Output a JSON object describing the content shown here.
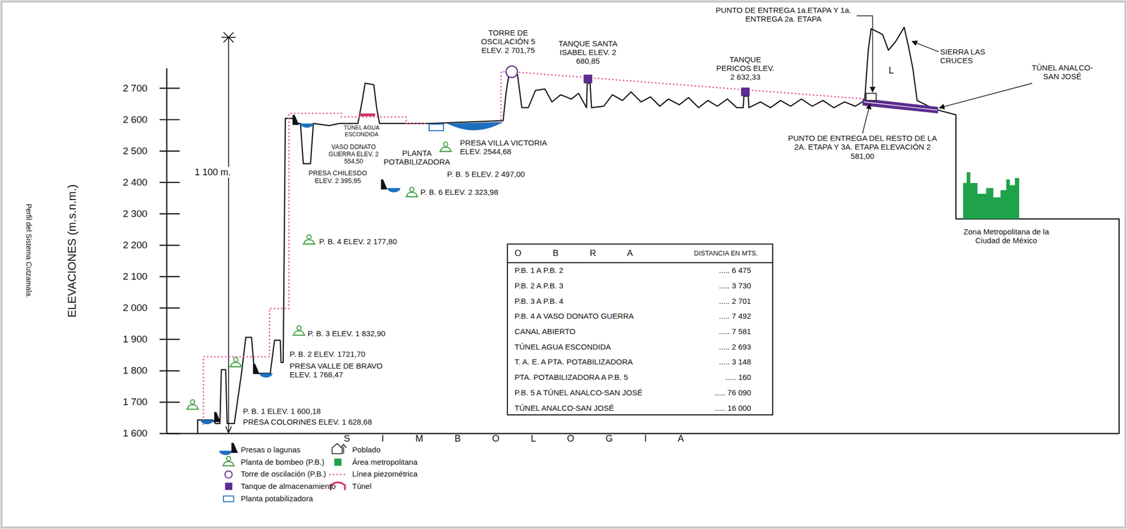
{
  "diagram": {
    "labels": [
      "2 700",
      "2 600",
      "2 500",
      "2 400",
      "2 300",
      "2 200",
      "2 100",
      "2 000",
      "1 900",
      "1 800",
      "1 700",
      "1 600",
      "ELEVACIONES (m.s.n.m.)",
      "Perfil del Sistema Cutzamala.",
      "1 100 m.",
      "TORRE DE OSCILACIÓN 5 ELEV. 2 701,75",
      "TANQUE SANTA ISABEL ELEV. 2 680,85",
      "TANQUE PERICOS ELEV. 2 632,33",
      "PUNTO DE ENTREGA 1a.ETAPA Y 1a. ENTREGA 2a. ETAPA",
      "SIERRA LAS CRUCES",
      "L",
      "TÚNEL ANALCO-SAN JOSÉ",
      "PUNTO DE ENTREGA DEL RESTO DE LA 2A. ETAPA Y 3A. ETAPA ELEVACIÓN 2 581,00",
      "Zona Metropolitana de la Ciudad de México",
      "TÚNEL AGUA ESCONDIDA",
      "VASO DONATO GUERRA ELEV. 2 554,50",
      "PLANTA POTABILIZADORA",
      "PRESA VILLA VICTORIA ELEV. 2544,68",
      "P. B. 5 ELEV. 2 497,00",
      "PRESA CHILESDO ELEV. 2 395,95",
      "P. B. 6 ELEV. 2 323,98",
      "P. B. 4 ELEV. 2 177,80",
      "P. B. 3 ELEV. 1 832,90",
      "P. B. 2 ELEV. 1721,70",
      "PRESA VALLE DE BRAVO ELEV. 1 768,47",
      "P. B. 1 ELEV. 1 600,18",
      "PRESA COLORINES ELEV. 1 628,68",
      "O B R A",
      "DISTANCIA EN MTS.",
      "P.B. 1 A P.B. 2",
      "..... 6 475",
      "P.B. 2 A P.B. 3",
      "..... 3 730",
      "P.B. 3 A P.B. 4",
      "..... 2 701",
      "P.B. 4 A VASO DONATO GUERRA",
      "..... 7 492",
      "CANAL ABIERTO",
      "..... 7 581",
      "TÚNEL AGUA ESCONDIDA",
      "..... 2 693",
      "T. A. E. A PTA. POTABILIZADORA",
      "..... 3 148",
      "PTA. POTABILIZADORA A P.B. 5",
      "..... 160",
      "P.B. 5 A TÚNEL ANALCO-SAN JOSÉ",
      "..... 76 090",
      "TÚNEL ANALCO-SAN JOSÉ",
      "..... 16 000",
      "S I M B O L O G Í A"
    ],
    "legend": [
      {
        "text": "Presas o lagunas"
      },
      {
        "text": "Planta de bombeo (P.B.)"
      },
      {
        "text": "Torre de oscilación (P.B.)"
      },
      {
        "text": "Tanque de almacenamiento",
        "color": "#5b2d8e"
      },
      {
        "text": "Planta potabilizadora"
      },
      {
        "text": "Poblado"
      },
      {
        "text": "Área metropolitana",
        "color": "#1fa34a"
      },
      {
        "text": "Línea piezométrica"
      },
      {
        "text": "Túnel"
      }
    ]
  }
}
